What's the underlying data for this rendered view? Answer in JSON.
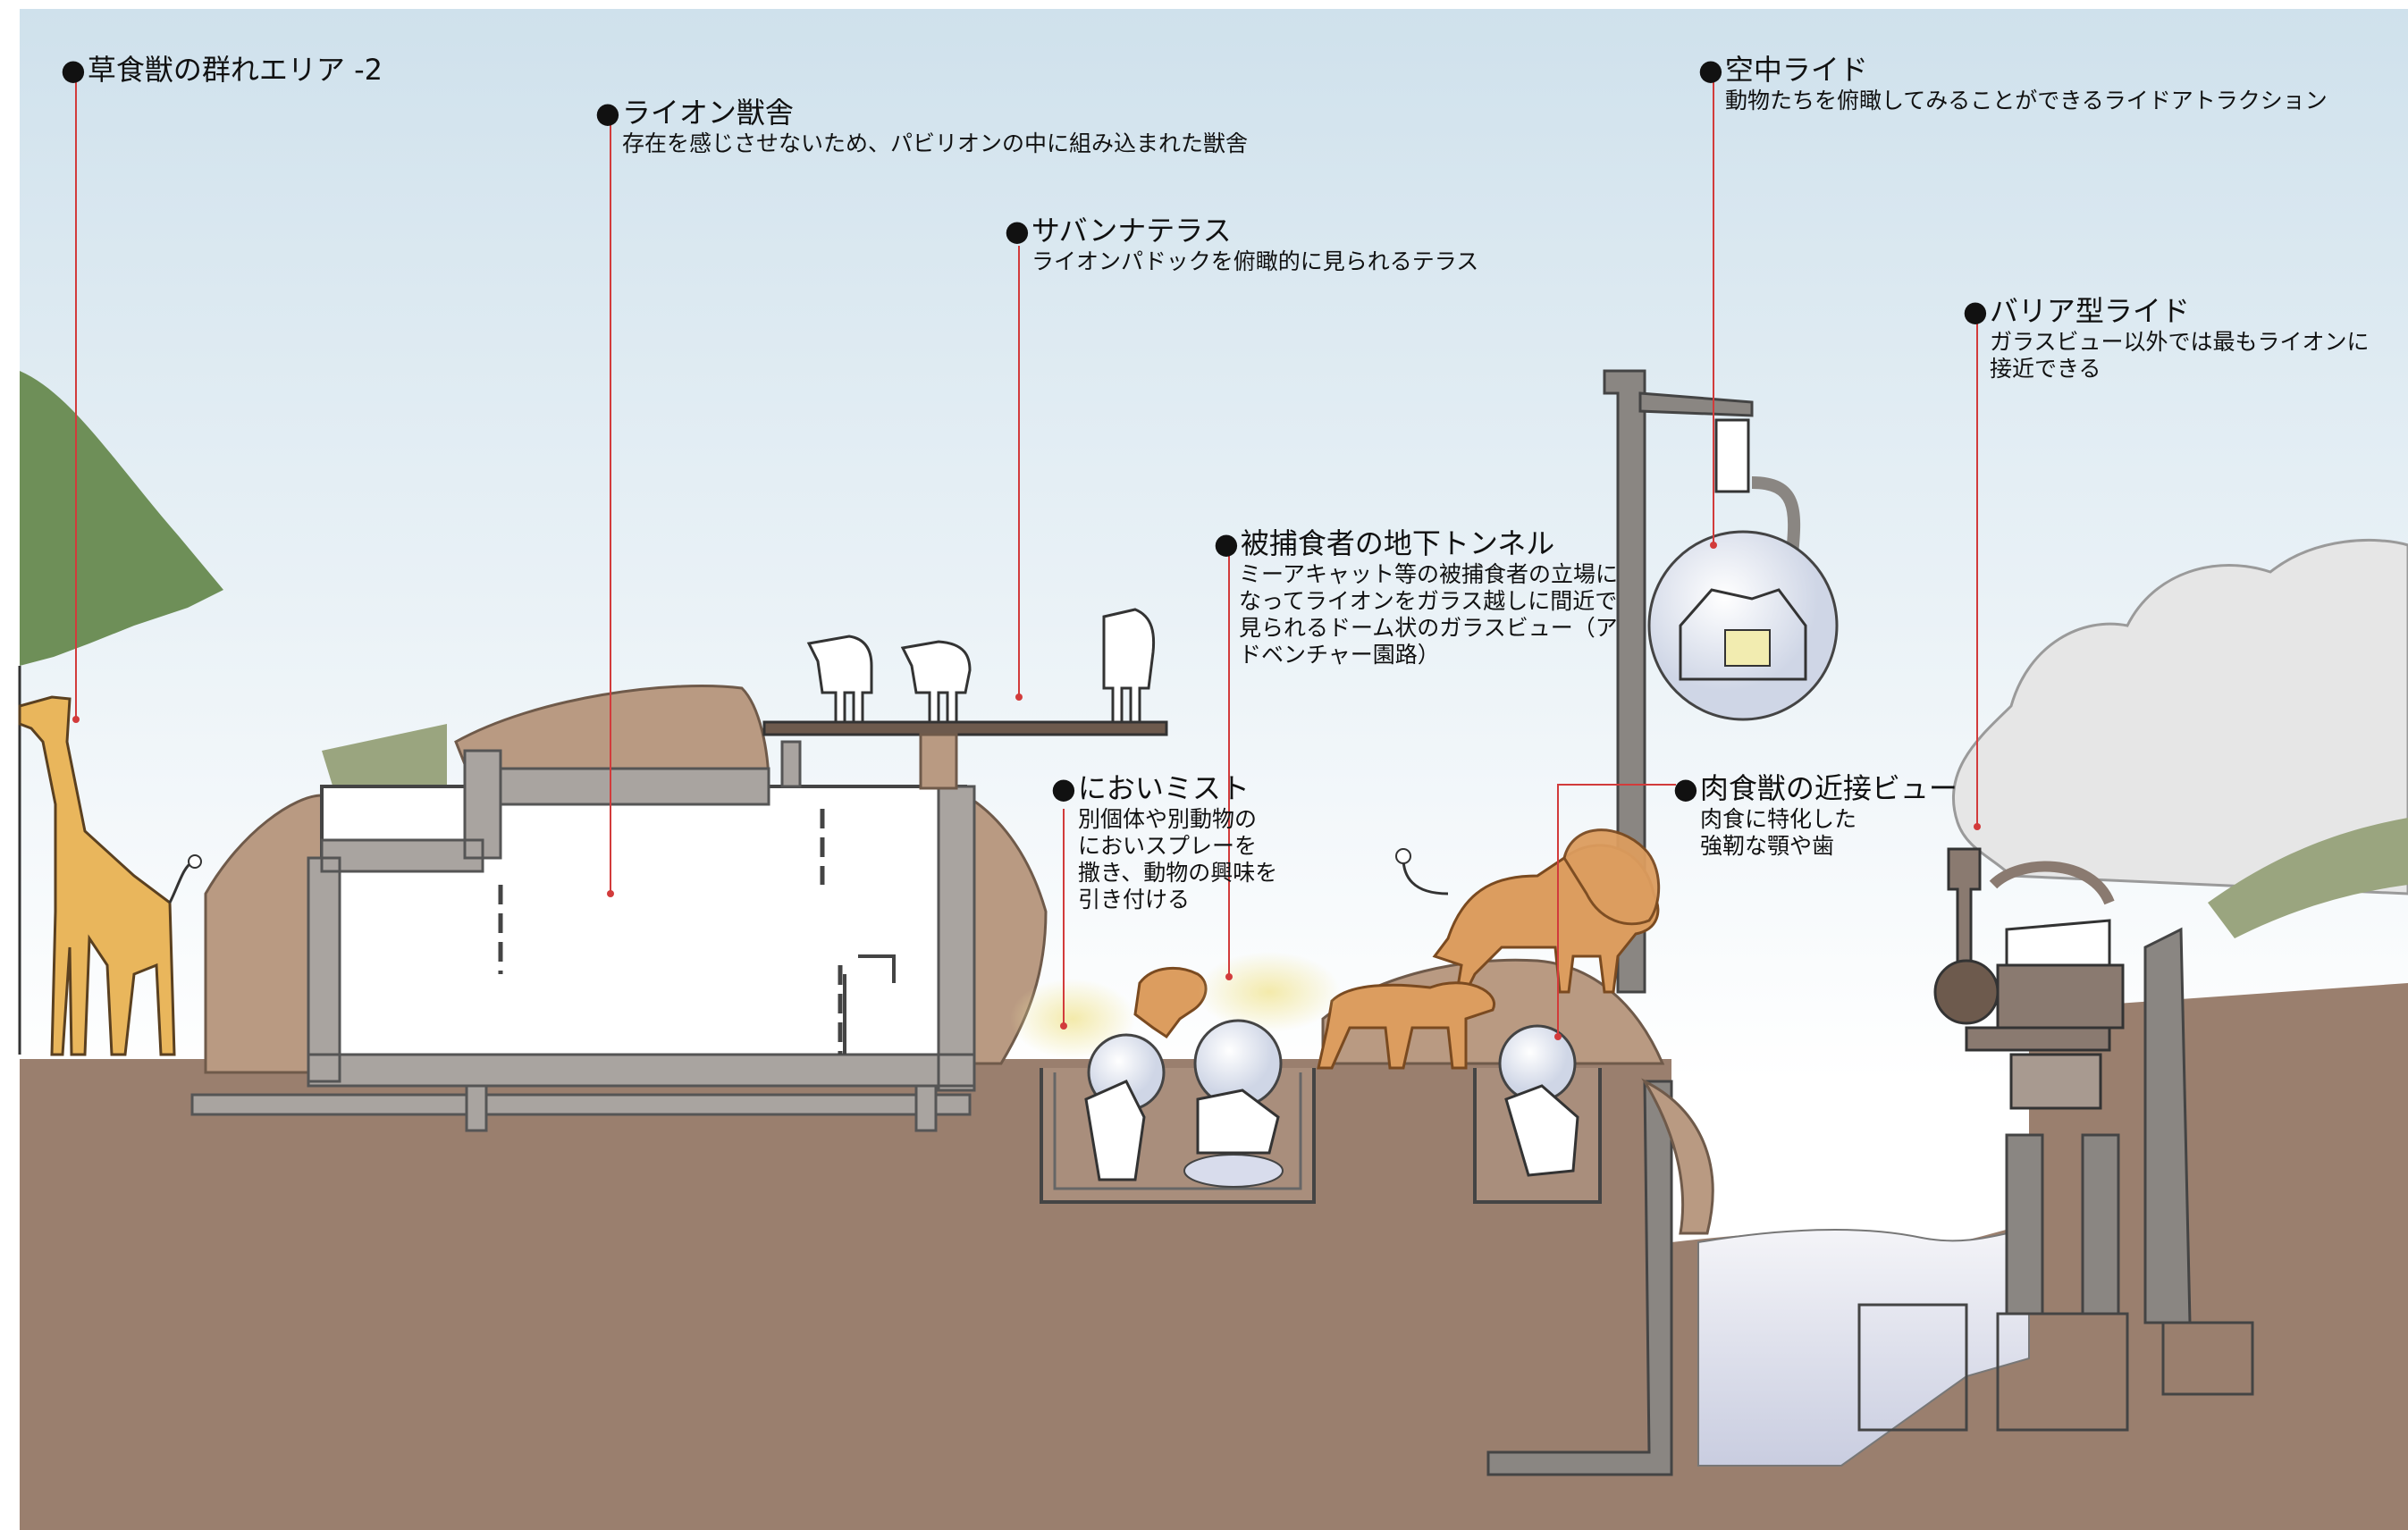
{
  "labels": [
    {
      "title": "草食獣の群れエリア -2",
      "desc": ""
    },
    {
      "title": "ライオン獣舎",
      "desc": "存在を感じさせないため、パビリオンの中に組み込まれた獣舎"
    },
    {
      "title": "サバンナテラス",
      "desc": "ライオンパドックを俯瞰的に見られるテラス"
    },
    {
      "title": "空中ライド",
      "desc": "動物たちを俯瞰してみることができるライドアトラクション"
    },
    {
      "title": "バリア型ライド",
      "desc": "ガラスビュー以外では最もライオンに\n接近できる"
    },
    {
      "title": "被捕食者の地下トンネル",
      "desc": "ミーアキャット等の被捕食者の立場に\nなってライオンをガラス越しに間近で\n見られるドーム状のガラスビュー（ア\nドベンチャー園路）"
    },
    {
      "title": "においミスト",
      "desc": "別個体や別動物の\nにおいスプレーを\n撒き、動物の興味を\n引き付ける"
    },
    {
      "title": "肉食獣の近接ビュー",
      "desc": "肉食に特化した\n強靭な顎や歯"
    }
  ],
  "colors": {
    "sky_top": "#cfe1ec",
    "sky_bottom": "#ffffff",
    "ground": "#9a7f6e",
    "rock": "#b99a82",
    "wall": "#a9a4a0",
    "leader": "#d23b3b",
    "grass": "#9aa57f",
    "tree": "#6e8f58",
    "giraffe": "#e9b65c",
    "lion": "#dc9d5f",
    "water": "#dfe2ee",
    "structure": "#8a7a70"
  },
  "icons": [
    "giraffe-icon",
    "lion-icon",
    "person-icon",
    "tree-icon",
    "dome-icon",
    "steam-icon"
  ]
}
